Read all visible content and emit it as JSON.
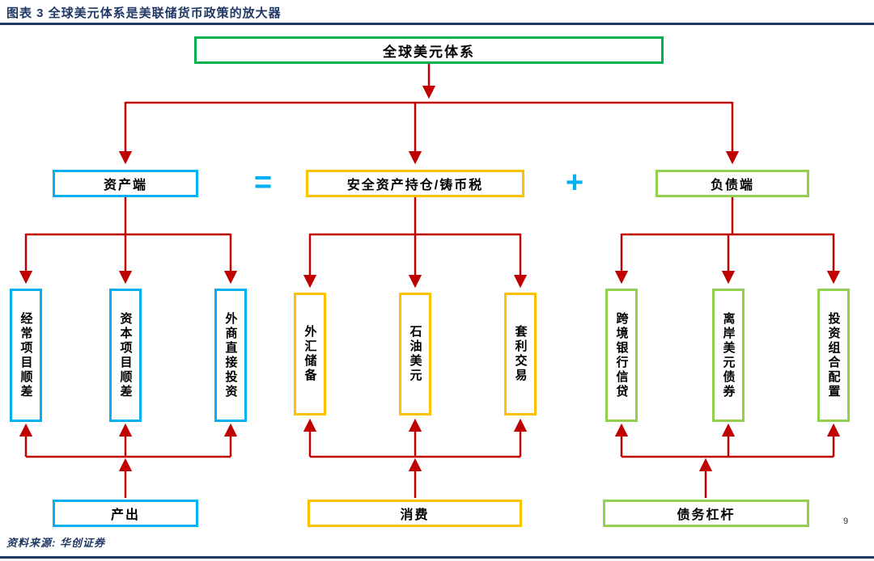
{
  "header": {
    "title": "图表 3 全球美元体系是美联储货币政策的放大器"
  },
  "diagram": {
    "root": "全球美元体系",
    "operators": {
      "equals": "=",
      "plus": "+"
    },
    "groups": [
      {
        "head": "资产端",
        "children": [
          "经常项目顺差",
          "资本项目顺差",
          "外商直接投资"
        ],
        "foot": "产出"
      },
      {
        "head": "安全资产持仓/铸币税",
        "children": [
          "外汇储备",
          "石油美元",
          "套利交易"
        ],
        "foot": "消费"
      },
      {
        "head": "负债端",
        "children": [
          "跨境银行信贷",
          "离岸美元债券",
          "投资组合配置"
        ],
        "foot": "债务杠杆"
      }
    ],
    "page_number": "9"
  },
  "footer": {
    "source": "资料来源: 华创证券"
  },
  "colors": {
    "navy": "#1F3864",
    "root_green": "#00B050",
    "asset_blue": "#00B0F0",
    "safe_yellow": "#FFC000",
    "liability_green": "#92D050",
    "arrow_red": "#C00000"
  }
}
